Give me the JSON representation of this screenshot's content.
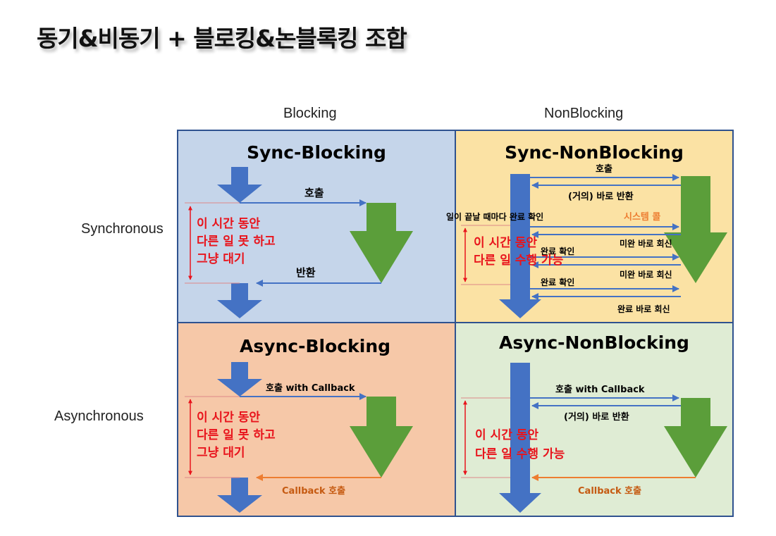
{
  "title": "동기&비동기 + 블로킹&논블록킹 조합",
  "columns": [
    "Blocking",
    "NonBlocking"
  ],
  "rows": [
    "Synchronous",
    "Asynchronous"
  ],
  "colors": {
    "sync_blocking_bg": "#c5d5ea",
    "sync_nonblocking_bg": "#fbe2a4",
    "async_blocking_bg": "#f6c8a8",
    "async_nonblocking_bg": "#dfecd4",
    "blue_arrow": "#4472c4",
    "green_arrow": "#5b9e3a",
    "callback_arrow": "#ed7d31",
    "red_text": "#e8141c"
  },
  "quadrants": {
    "sync_blocking": {
      "title": "Sync-Blocking",
      "call": "호출",
      "ret": "반환",
      "wait": [
        "이 시간 동안",
        "다른 일 못 하고",
        "그냥 대기"
      ]
    },
    "sync_nonblocking": {
      "title": "Sync-NonBlocking",
      "call": "호출",
      "return_immediate": "(거의) 바로 반환",
      "check_each": "일이 끝날 때마다 완료 확인",
      "system_call": "시스템 콜",
      "not_done_1": "미완 바로 회신",
      "check_2": "완료 확인",
      "not_done_2": "미완 바로 회신",
      "check_3": "완료 확인",
      "done": "완료 바로 회신",
      "other_work": [
        "이 시간 동안",
        "다른 일 수행 가능"
      ]
    },
    "async_blocking": {
      "title": "Async-Blocking",
      "call": "호출 with Callback",
      "callback": "Callback 호출",
      "wait": [
        "이 시간 동안",
        "다른 일 못 하고",
        "그냥 대기"
      ]
    },
    "async_nonblocking": {
      "title": "Async-NonBlocking",
      "call": "호출 with Callback",
      "return_immediate": "(거의) 바로 반환",
      "callback": "Callback 호출",
      "other_work": [
        "이 시간 동안",
        "다른 일 수행 가능"
      ]
    }
  }
}
